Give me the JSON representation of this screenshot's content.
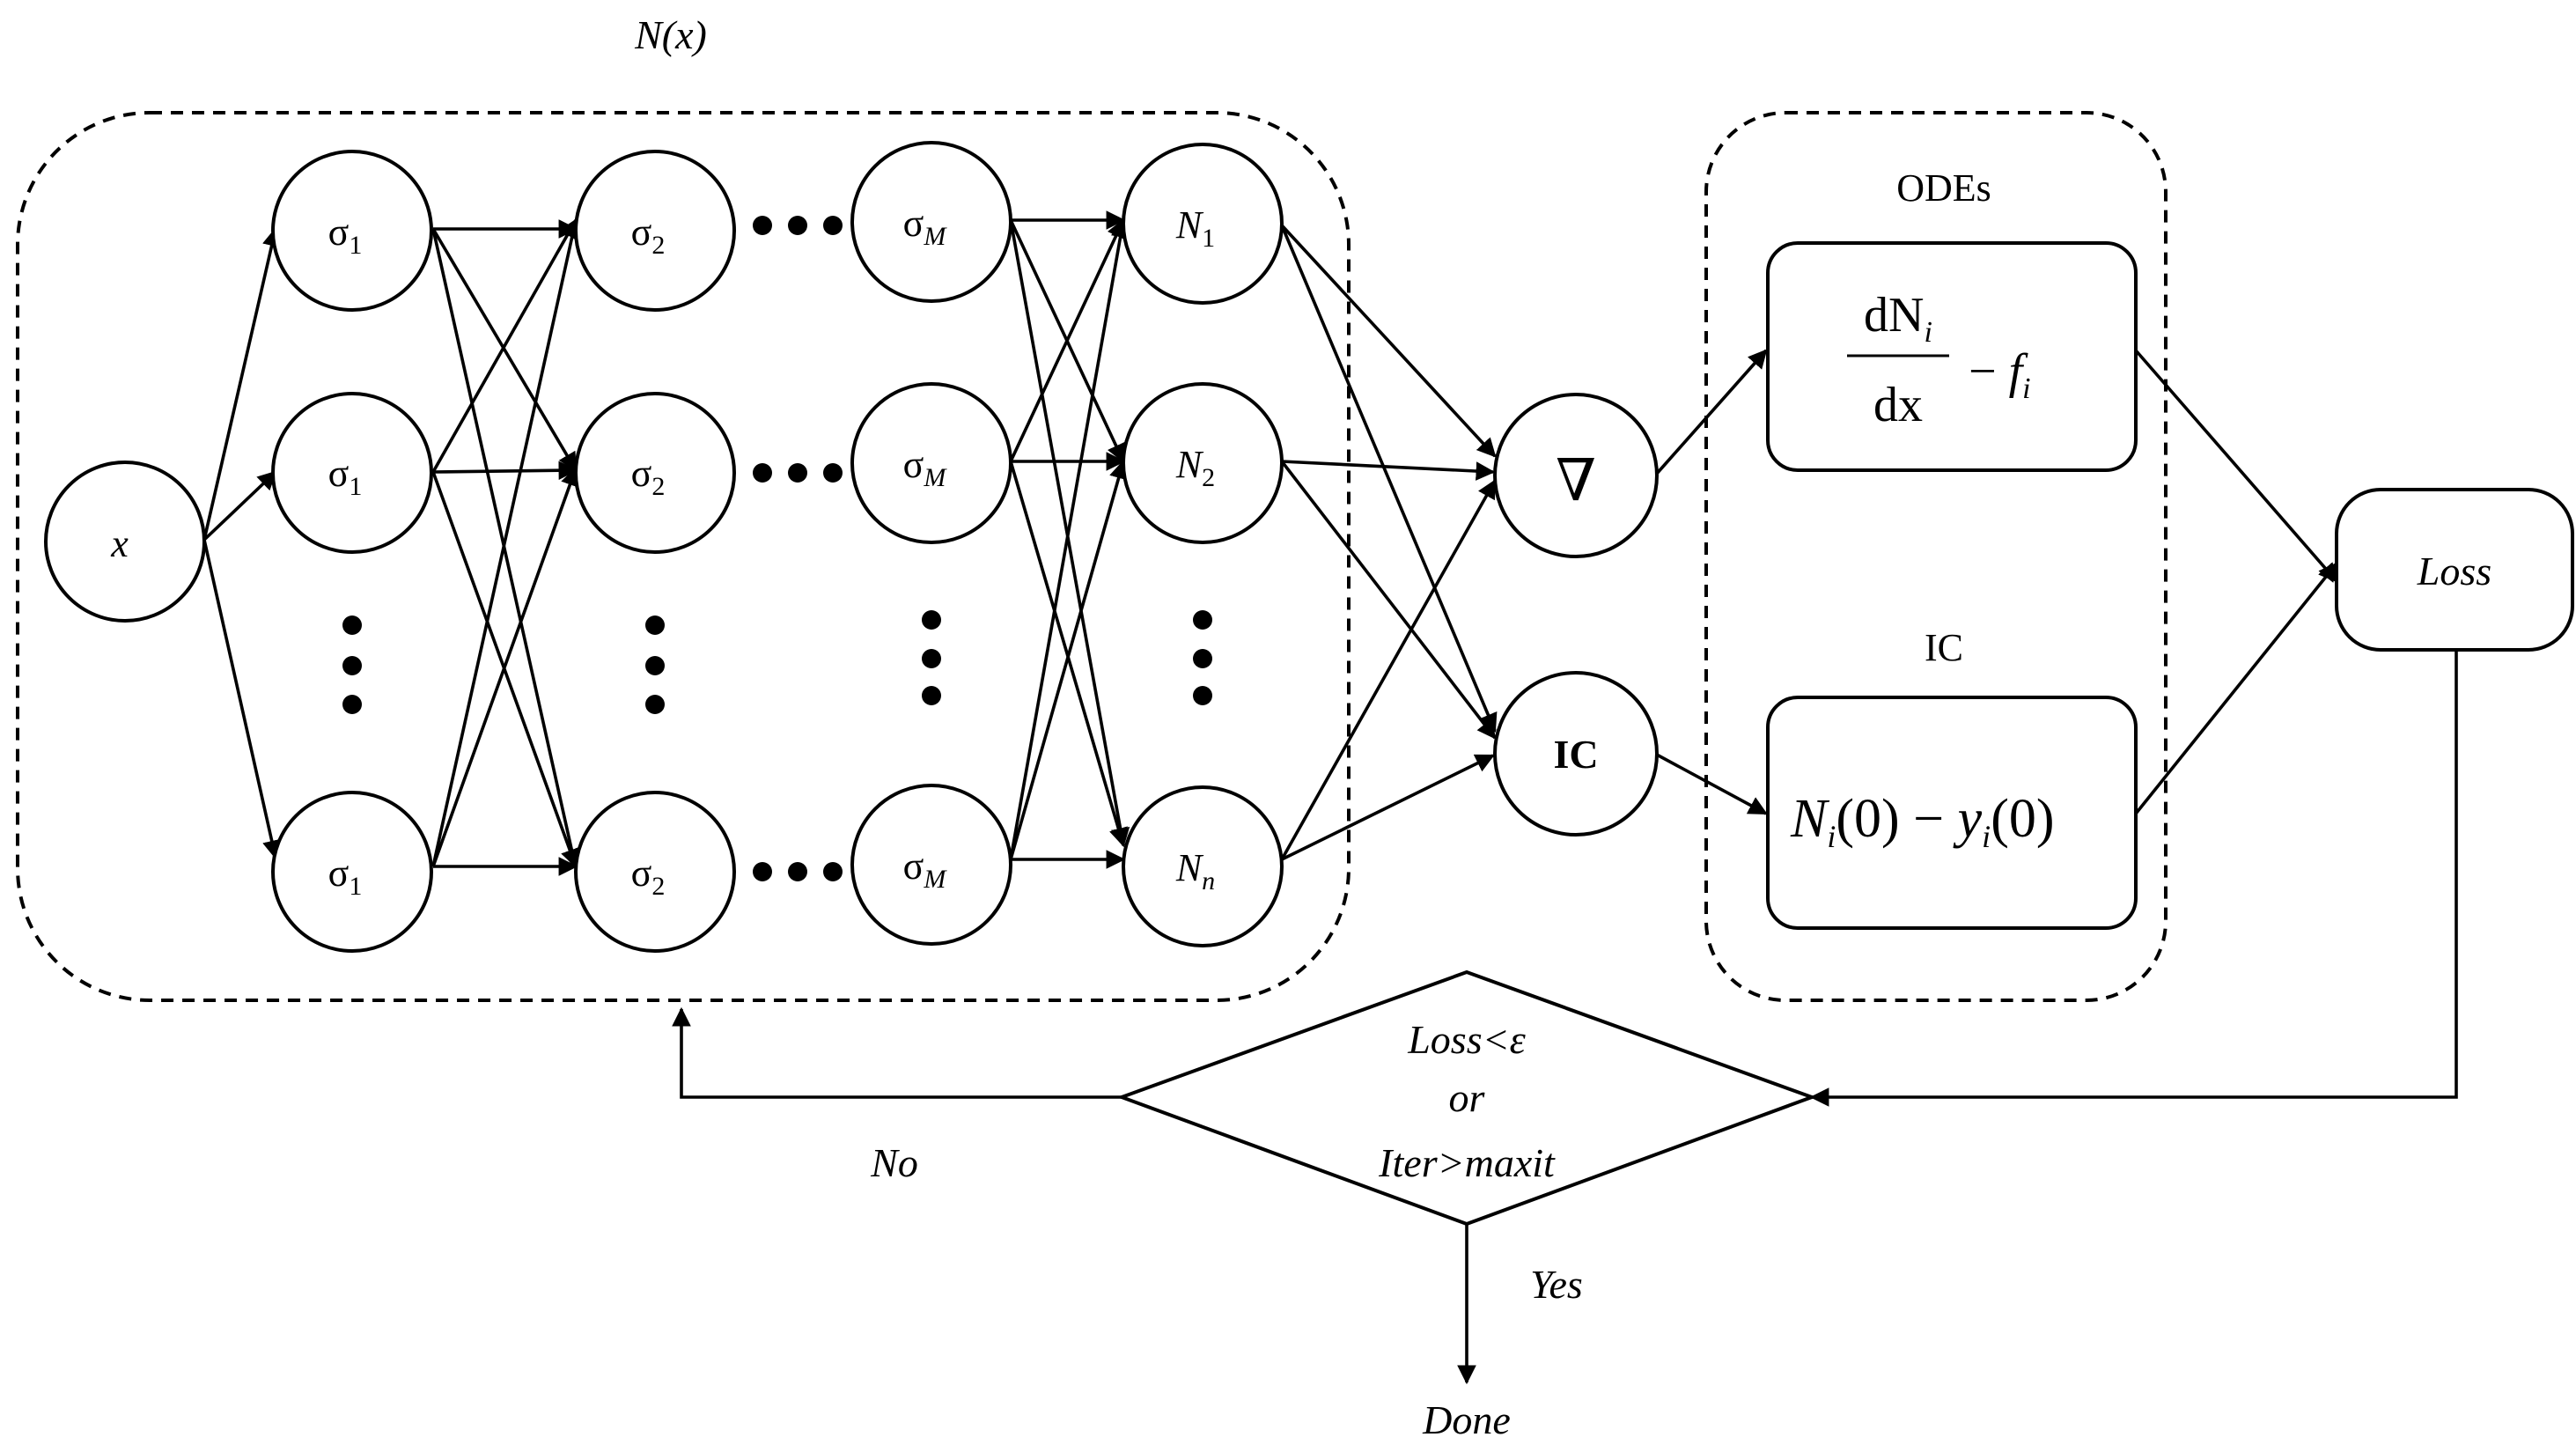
{
  "title": "N(x)",
  "input": {
    "label": "x"
  },
  "hidden_layers": [
    {
      "sub": "1"
    },
    {
      "sub": "2"
    },
    {
      "sub": "M"
    }
  ],
  "outputs": [
    {
      "sub": "1"
    },
    {
      "sub": "2"
    },
    {
      "sub": "n"
    }
  ],
  "ops": {
    "gradient": "∇",
    "ic": "IC"
  },
  "odes_group": {
    "label": "ODEs",
    "numerator": "dN",
    "numerator_sub": "i",
    "denominator": "dx",
    "minus_term": "f",
    "minus_sub": "i"
  },
  "ic_group": {
    "label": "IC",
    "expr_n": "N",
    "expr_n_sub": "i",
    "expr_mid": "(0) −",
    "expr_y": "y",
    "expr_y_sub": "i",
    "expr_end": "(0)"
  },
  "loss": {
    "label": "Loss"
  },
  "decision": {
    "line1": "Loss<ε",
    "line2": "or",
    "line3": "Iter>maxit"
  },
  "branches": {
    "no": "No",
    "yes": "Yes"
  },
  "done": "Done",
  "colors": {
    "stroke": "#000000",
    "background": "#ffffff"
  }
}
